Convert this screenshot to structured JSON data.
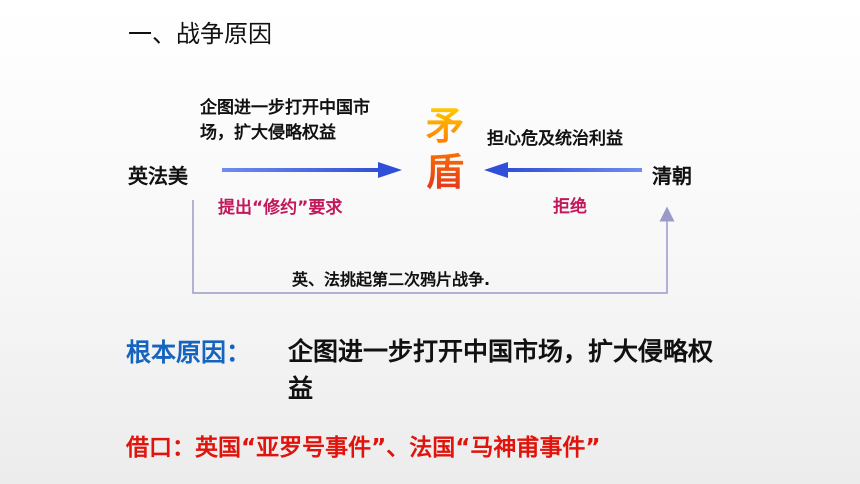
{
  "title": "一、战争原因",
  "diagram": {
    "left_party": "英法美",
    "right_party": "清朝",
    "left_reason": "企图进一步打开中国市场，扩大侵略权益",
    "right_reason": "担心危及统治利益",
    "left_action": "提出“修约”要求",
    "right_action": "拒绝",
    "conflict": "矛盾",
    "war": "英、法挑起第二次鸦片战争."
  },
  "root_cause": {
    "label": "根本原因：",
    "text": "企图进一步打开中国市场，扩大侵略权益"
  },
  "pretext": "借口：英国“亚罗号事件”、法国“马神甫事件”",
  "colors": {
    "arrow_blue": "#2f4fd8",
    "action_magenta": "#c2185b",
    "root_label_blue": "#1565c0",
    "pretext_red": "#e0140c",
    "bracket_line": "#9a9ac8"
  }
}
